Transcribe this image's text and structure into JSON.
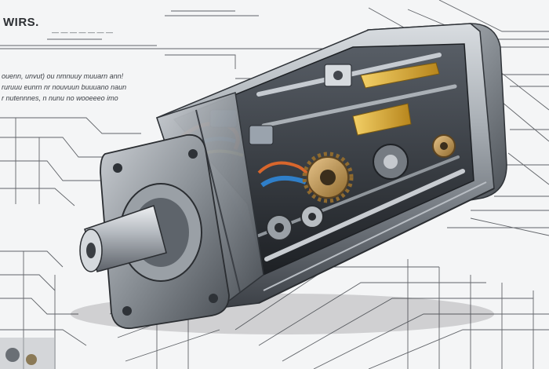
{
  "image": {
    "subject": "Cutaway illustration of an electric motor on technical blueprint drawings"
  },
  "blueprint": {
    "heading": "WIRS.",
    "subheading": "— — — — — — —",
    "notes": [
      "ouenn, unvut) ou nmnuuy muuarn ann!",
      "ruruuu eunrn nr nouvuun buuuano naun",
      "r nutennnes, n nunu no wooeeeo imo"
    ]
  },
  "colors": {
    "background": "#f4f5f6",
    "line": "#30343a",
    "housing": "#8f959c",
    "accent_gold": "#d9a62a",
    "accent_blue": "#2f7fc9",
    "accent_orange": "#d8662c"
  }
}
